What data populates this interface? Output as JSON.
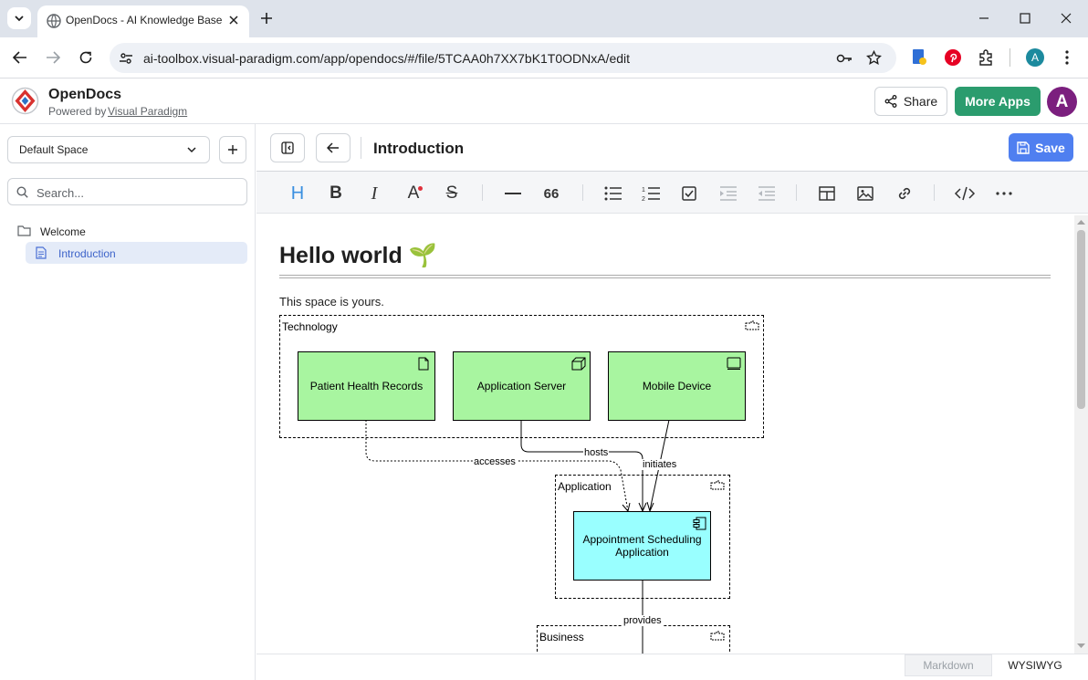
{
  "browser": {
    "tab_title": "OpenDocs - AI Knowledge Base",
    "url": "ai-toolbox.visual-paradigm.com/app/opendocs/#/file/5TCAA0h7XX7bK1T0ODNxA/edit",
    "profile_initial": "A"
  },
  "app": {
    "name": "OpenDocs",
    "powered_prefix": "Powered by",
    "powered_link": "Visual Paradigm",
    "share_label": "Share",
    "more_apps_label": "More Apps",
    "avatar_initial": "A",
    "accent": "#2b9c6e",
    "avatar_color": "#7b1f7e"
  },
  "sidebar": {
    "space": "Default Space",
    "search_placeholder": "Search...",
    "tree": [
      {
        "label": "Welcome"
      },
      {
        "label": "Introduction"
      }
    ]
  },
  "editor": {
    "title": "Introduction",
    "save_label": "Save",
    "heading": "Hello world 🌱",
    "paragraph": "This space is yours.",
    "modes": [
      "Markdown",
      "WYSIWYG"
    ]
  },
  "diagram": {
    "groups": {
      "technology": "Technology",
      "application": "Application",
      "business": "Business"
    },
    "nodes": {
      "patient_records": "Patient Health Records",
      "app_server": "Application Server",
      "mobile_device": "Mobile Device",
      "scheduling_app": "Appointment Scheduling Application"
    },
    "relations": {
      "accesses": "accesses",
      "hosts": "hosts",
      "initiates": "initiates",
      "provides": "provides"
    },
    "colors": {
      "technology_node": "#a8f5a0",
      "application_node": "#99ffff"
    }
  }
}
